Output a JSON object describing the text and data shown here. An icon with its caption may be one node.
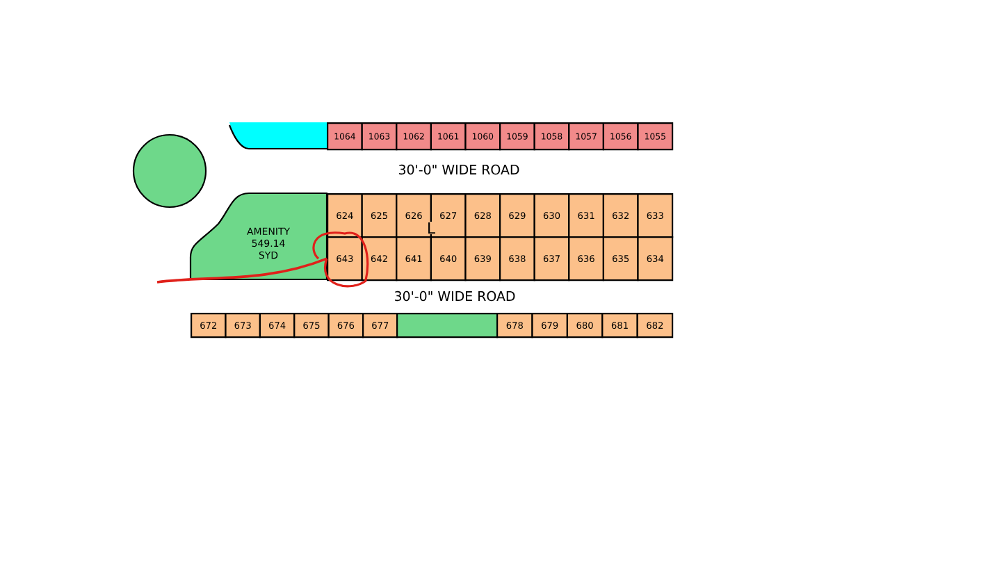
{
  "diagram": {
    "nodes": [
      {
        "text": [],
        "shape": "box"
      },
      {
        "text": [
          "1064"
        ]
      },
      {
        "text": [
          "1063"
        ]
      },
      {
        "text": [
          "1062"
        ]
      },
      {
        "text": [
          "1061"
        ]
      },
      {
        "text": [
          "1060"
        ]
      },
      {
        "text": [
          "1059"
        ]
      },
      {
        "text": [
          "1058"
        ]
      },
      {
        "text": [
          "1057"
        ]
      },
      {
        "text": [
          "1056"
        ]
      },
      {
        "text": [
          "1055"
        ]
      },
      {
        "text": [],
        "shape": "circle"
      },
      {
        "text": [
          "AMENITY 549.14 SYD"
        ]
      },
      {
        "text": [
          "624"
        ]
      },
      {
        "text": [
          "625"
        ]
      },
      {
        "text": [
          "626"
        ]
      },
      {
        "text": [
          "627"
        ]
      },
      {
        "text": [
          "628"
        ]
      },
      {
        "text": [
          "629"
        ]
      },
      {
        "text": [
          "630"
        ]
      },
      {
        "text": [
          "631"
        ]
      },
      {
        "text": [
          "632"
        ]
      },
      {
        "text": [
          "633"
        ]
      },
      {
        "text": [
          "643"
        ]
      },
      {
        "text": [
          "642"
        ]
      },
      {
        "text": [
          "641"
        ]
      },
      {
        "text": [
          "640"
        ]
      },
      {
        "text": [
          "639"
        ]
      },
      {
        "text": [
          "638"
        ]
      },
      {
        "text": [
          "637"
        ]
      },
      {
        "text": [
          "636"
        ]
      },
      {
        "text": [
          "635"
        ]
      },
      {
        "text": [
          "634"
        ]
      },
      {
        "text": [
          "672"
        ]
      },
      {
        "text": [
          "673"
        ]
      },
      {
        "text": [
          "674"
        ]
      },
      {
        "text": [
          "675"
        ]
      },
      {
        "text": [
          "676"
        ]
      },
      {
        "text": [
          "677"
        ]
      },
      {
        "text": [],
        "shape": "box"
      },
      {
        "text": [
          "678"
        ]
      },
      {
        "text": [
          "679"
        ]
      },
      {
        "text": [
          "680"
        ]
      },
      {
        "text": [
          "681"
        ]
      },
      {
        "text": [
          "682"
        ]
      }
    ],
    "edges": [
      {
        "from": null,
        "to": 23,
        "arrow": "none",
        "color": "#e0201a"
      }
    ],
    "labels": [
      "30'-0\" WIDE ROAD",
      "L",
      "30'-0\" WIDE ROAD"
    ]
  }
}
